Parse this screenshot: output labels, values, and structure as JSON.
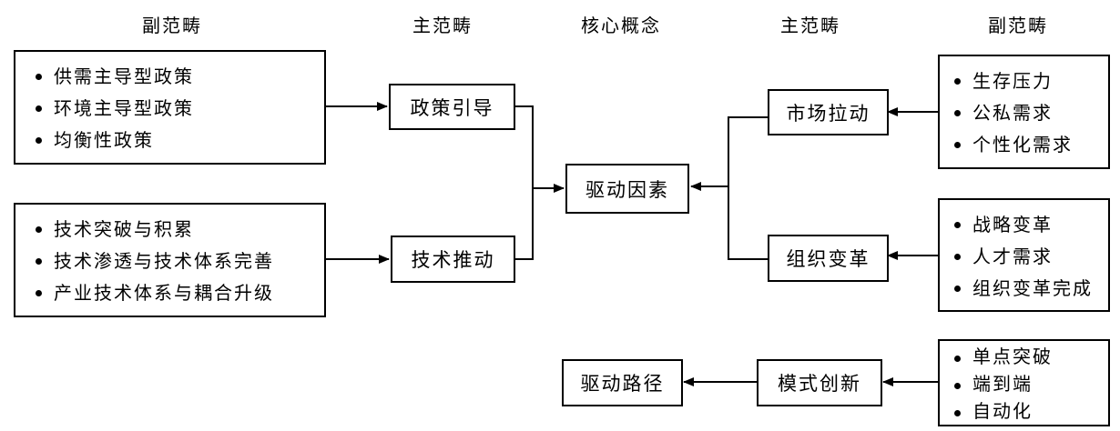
{
  "headers": {
    "left_sub": "副范畴",
    "left_main": "主范畴",
    "core": "核心概念",
    "right_main": "主范畴",
    "right_sub": "副范畴"
  },
  "policy_sub": {
    "items": [
      "供需主导型政策",
      "环境主导型政策",
      "均衡性政策"
    ]
  },
  "tech_sub": {
    "items": [
      "技术突破与积累",
      "技术渗透与技术体系完善",
      "产业技术体系与耦合升级"
    ]
  },
  "policy_main": {
    "label": "政策引导"
  },
  "tech_main": {
    "label": "技术推动"
  },
  "core": {
    "label": "驱动因素"
  },
  "market_main": {
    "label": "市场拉动"
  },
  "org_main": {
    "label": "组织变革"
  },
  "market_sub": {
    "items": [
      "生存压力",
      "公私需求",
      "个性化需求"
    ]
  },
  "org_sub": {
    "items": [
      "战略变革",
      "人才需求",
      "组织变革完成"
    ]
  },
  "path_core": {
    "label": "驱动路径"
  },
  "mode_main": {
    "label": "模式创新"
  },
  "mode_sub": {
    "items": [
      "单点突破",
      "端到端",
      "自动化"
    ]
  }
}
